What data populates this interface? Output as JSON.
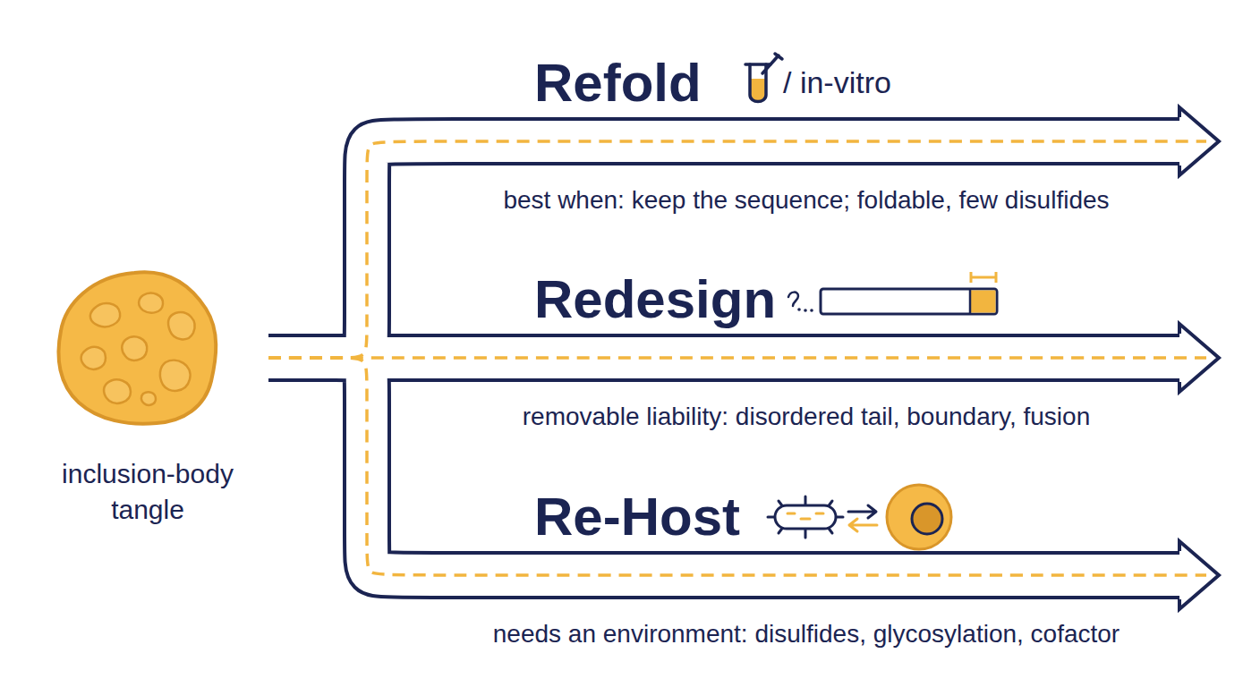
{
  "diagram": {
    "nodes": [
      {
        "text": [
          "inclusion-body tangle"
        ]
      },
      {
        "text": [
          "Refold",
          "/ in-vitro",
          "best when: keep the sequence; foldable, few disulfides"
        ]
      },
      {
        "text": [
          "Redesign",
          "removable liability: disordered tail, boundary, fusion"
        ]
      },
      {
        "text": [
          "Re-Host",
          "needs an environment: disulfides, glycosylation, cofactor"
        ]
      }
    ],
    "edges": [
      {
        "from": 0,
        "to": 1,
        "arrow": "to"
      },
      {
        "from": 0,
        "to": 2,
        "arrow": "to"
      },
      {
        "from": 0,
        "to": 3,
        "arrow": "to"
      }
    ]
  }
}
